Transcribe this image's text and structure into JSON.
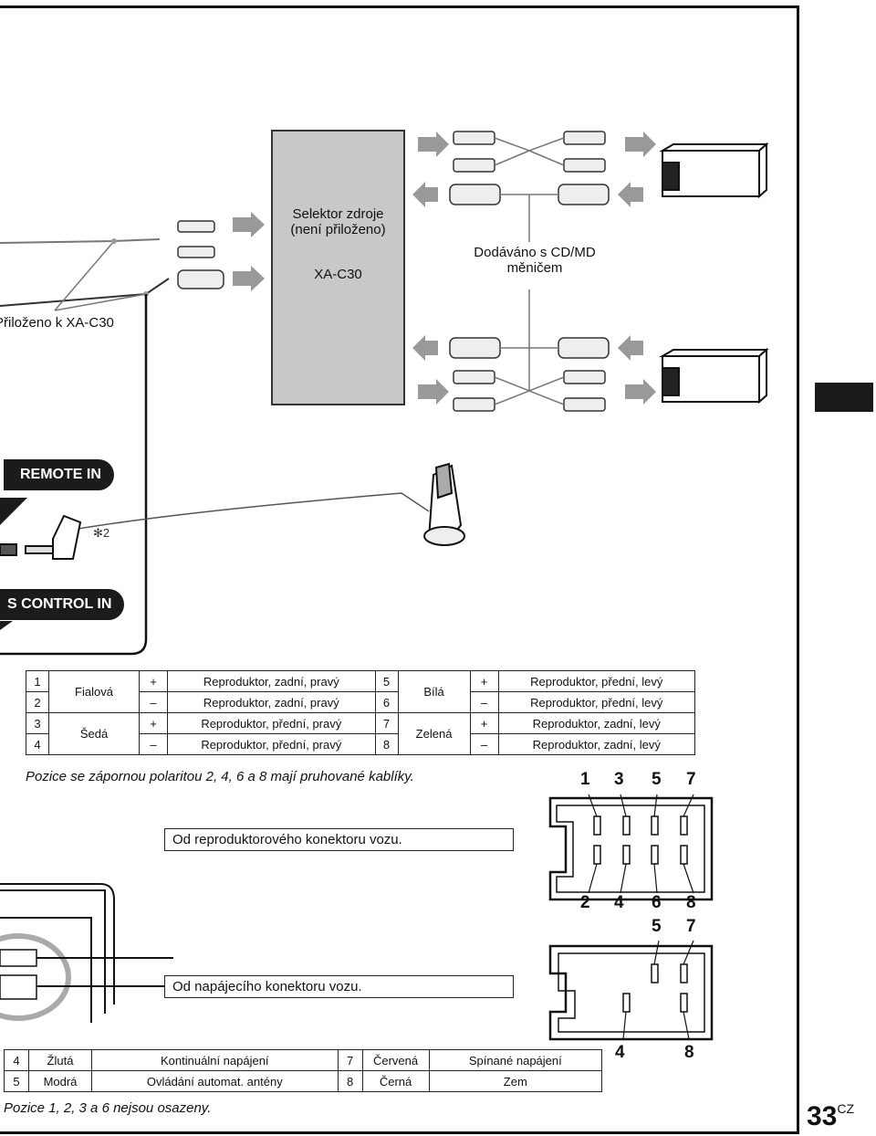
{
  "selector": {
    "line1": "Selektor zdroje",
    "line2": "(není přiloženo)",
    "model": "XA-C30"
  },
  "supplied_cd": {
    "line1": "Dodáváno s CD/MD",
    "line2": "měničem"
  },
  "supplied_xa": "Přiloženo k XA-C30",
  "remote_in": "REMOTE IN",
  "bus_control_in": "S CONTROL IN",
  "note_star": "✻2",
  "speaker_table": {
    "rows": [
      {
        "n": "1",
        "color": "Fialová",
        "pol": "+",
        "desc": "Reproduktor, zadní, pravý",
        "n2": "5",
        "color2": "Bílá",
        "pol2": "+",
        "desc2": "Reproduktor, přední, levý"
      },
      {
        "n": "2",
        "color": "",
        "pol": "–",
        "desc": "Reproduktor, zadní, pravý",
        "n2": "6",
        "color2": "",
        "pol2": "–",
        "desc2": "Reproduktor, přední, levý"
      },
      {
        "n": "3",
        "color": "Šedá",
        "pol": "+",
        "desc": "Reproduktor, přední, pravý",
        "n2": "7",
        "color2": "Zelená",
        "pol2": "+",
        "desc2": "Reproduktor, zadní, levý"
      },
      {
        "n": "4",
        "color": "",
        "pol": "–",
        "desc": "Reproduktor, přední, pravý",
        "n2": "8",
        "color2": "",
        "pol2": "–",
        "desc2": "Reproduktor, zadní, levý"
      }
    ]
  },
  "polarity_note": "Pozice se zápornou polaritou 2, 4, 6 a 8 mají pruhované kablíky.",
  "speaker_connector_label": "Od reproduktorového konektoru vozu.",
  "power_connector_label": "Od napájecího konektoru vozu.",
  "speaker_pins_top": [
    "1",
    "3",
    "5",
    "7"
  ],
  "speaker_pins_bottom": [
    "2",
    "4",
    "6",
    "8"
  ],
  "power_pins_top": [
    "5",
    "7"
  ],
  "power_pins_bottom": [
    "4",
    "8"
  ],
  "power_table": {
    "rows": [
      {
        "n": "4",
        "color": "Žlutá",
        "desc": "Kontinuální napájení",
        "n2": "7",
        "color2": "Červená",
        "desc2": "Spínané napájení"
      },
      {
        "n": "5",
        "color": "Modrá",
        "desc": "Ovládání automat. antény",
        "n2": "8",
        "color2": "Černá",
        "desc2": "Zem"
      }
    ]
  },
  "occupied_note": "Pozice 1, 2, 3 a 6 nejsou osazeny.",
  "page_number": "33",
  "page_suffix": "CZ"
}
